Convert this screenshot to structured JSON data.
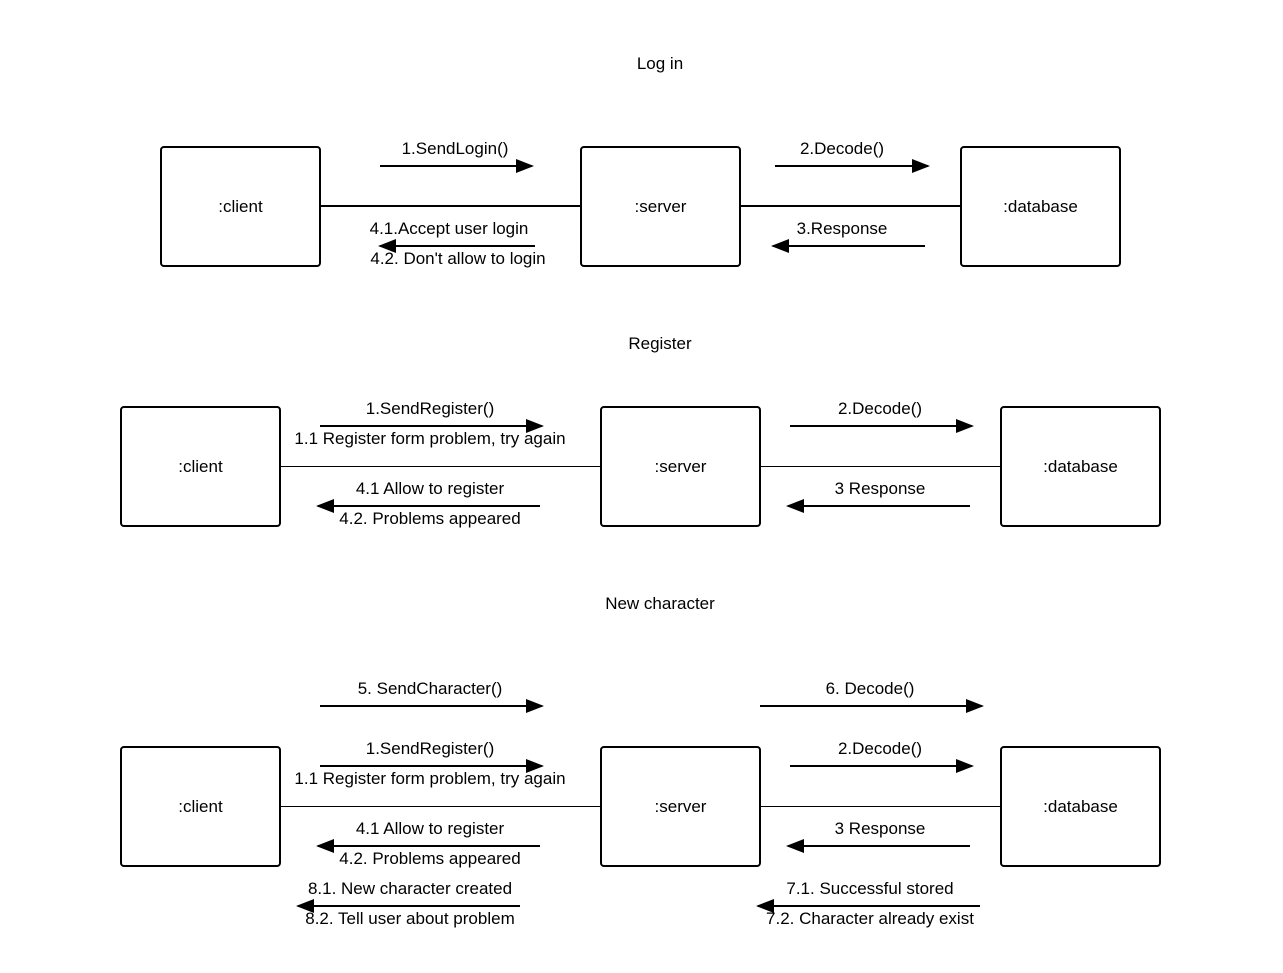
{
  "login": {
    "title": "Log in",
    "client": ":client",
    "server": ":server",
    "database": ":database",
    "msg1": "1.SendLogin()",
    "msg2": "2.Decode()",
    "msg3": "3.Response",
    "msg41": "4.1.Accept user login",
    "msg42": "4.2. Don't allow to login"
  },
  "register": {
    "title": "Register",
    "client": ":client",
    "server": ":server",
    "database": ":database",
    "msg1": "1.SendRegister()",
    "msg11": "1.1 Register form problem, try again",
    "msg2": "2.Decode()",
    "msg3": "3 Response",
    "msg41": "4.1 Allow to register",
    "msg42": "4.2. Problems appeared"
  },
  "newchar": {
    "title": "New character",
    "client": ":client",
    "server": ":server",
    "database": ":database",
    "msg5": "5. SendCharacter()",
    "msg6": "6. Decode()",
    "msg1": "1.SendRegister()",
    "msg11": "1.1 Register form problem, try again",
    "msg2": "2.Decode()",
    "msg3": "3 Response",
    "msg41": "4.1 Allow to register",
    "msg42": "4.2. Problems appeared",
    "msg81": "8.1. New character created",
    "msg82": "8.2. Tell user about problem",
    "msg71": "7.1. Successful stored",
    "msg72": "7.2. Character already exist"
  }
}
